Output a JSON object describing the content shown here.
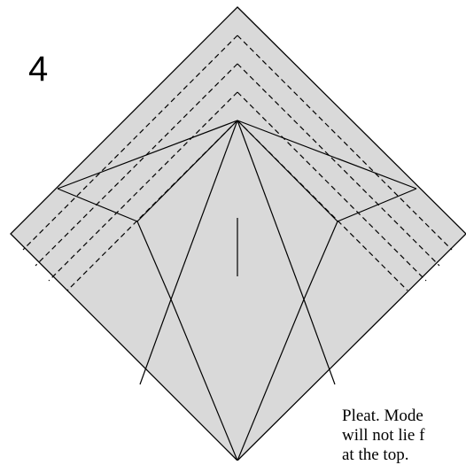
{
  "step": {
    "number": "4"
  },
  "caption": {
    "lines": [
      "Pleat.  Mode",
      "will not lie f",
      "at the top."
    ]
  },
  "colors": {
    "paper": "#d9d9d9",
    "line": "#000000",
    "background": "#ffffff"
  }
}
